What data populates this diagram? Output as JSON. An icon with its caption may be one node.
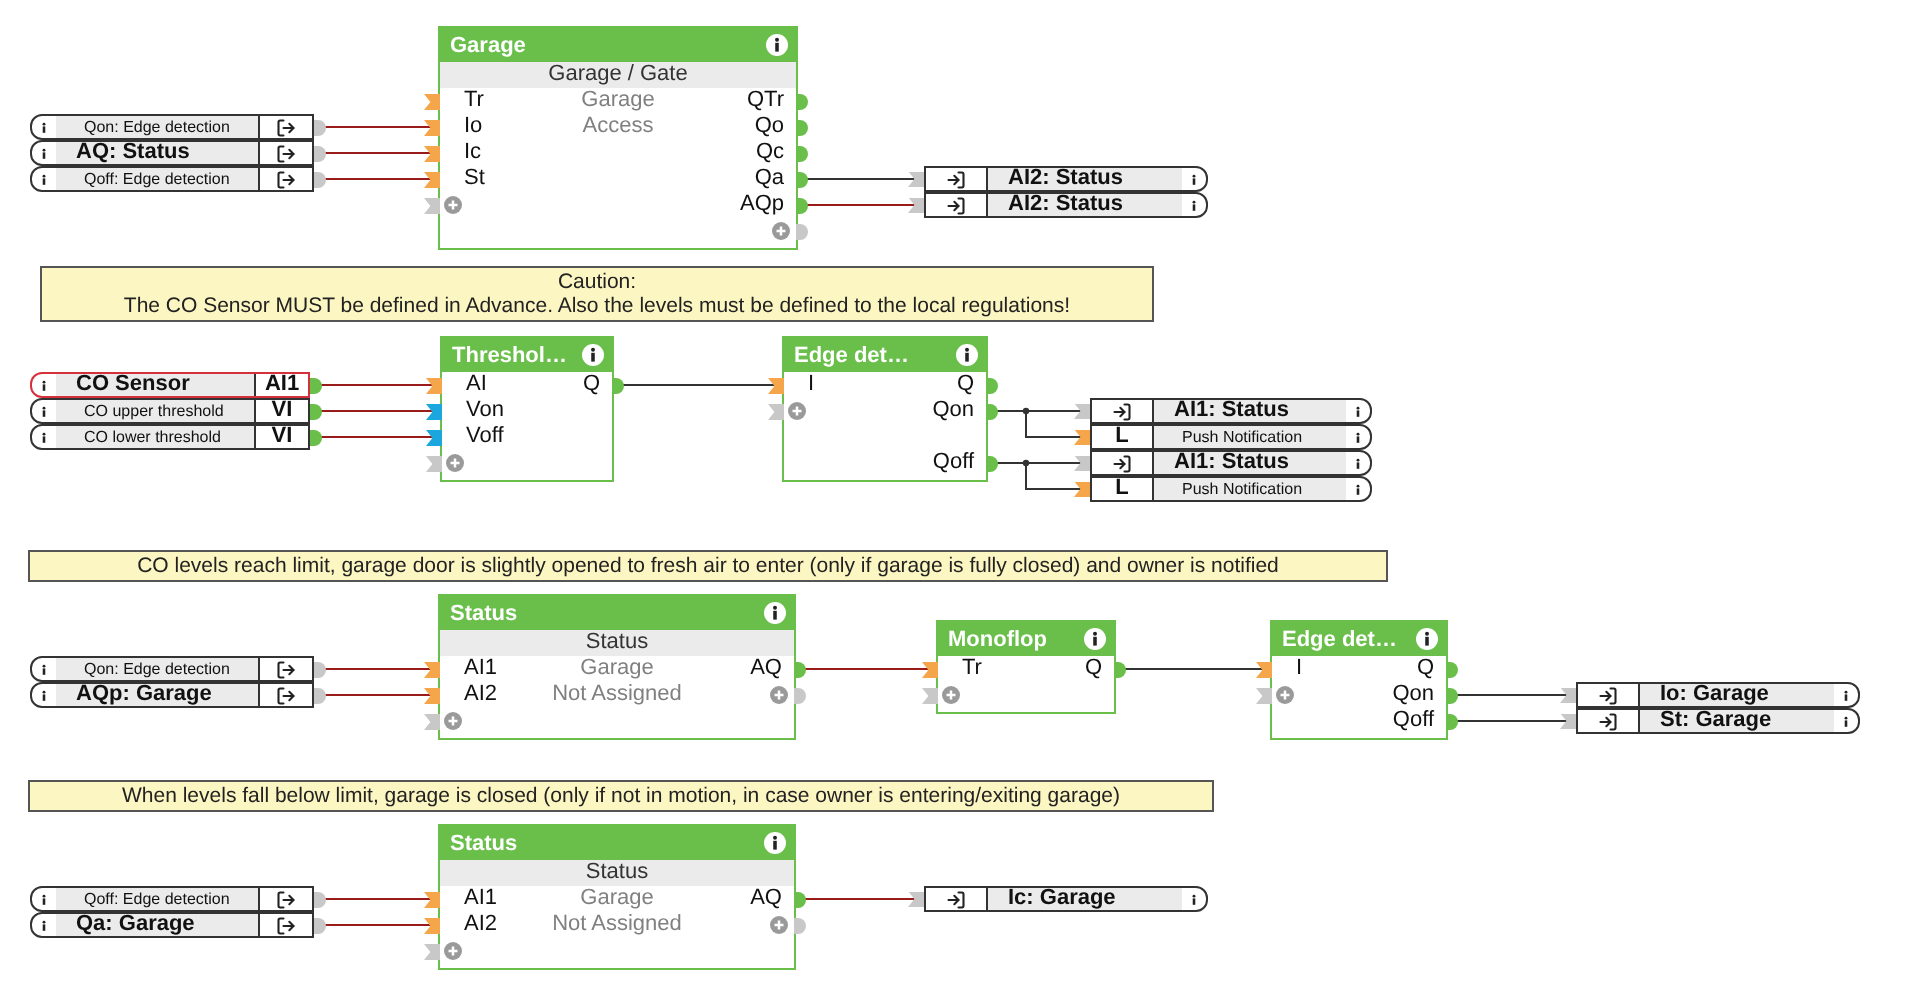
{
  "diagram": {
    "nodes": [
      {
        "text": [
          "Garage",
          "Garage / Gate",
          "Tr",
          "Io",
          "Ic",
          "St",
          "Garage Access",
          "QTr",
          "Qo",
          "Qc",
          "Qa",
          "AQp"
        ]
      },
      {
        "text": [
          "Qon: Edge detection"
        ]
      },
      {
        "text": [
          "AQ: Status"
        ]
      },
      {
        "text": [
          "Qoff: Edge detection"
        ]
      },
      {
        "text": [
          "AI2: Status"
        ]
      },
      {
        "text": [
          "AI2: Status"
        ]
      },
      {
        "text": [
          "Caution:",
          "The CO Sensor MUST be defined in Advance. Also the levels must be defined to the local regulations!"
        ]
      },
      {
        "text": [
          "CO Sensor",
          "AI1"
        ]
      },
      {
        "text": [
          "CO upper threshold",
          "VI"
        ]
      },
      {
        "text": [
          "CO lower threshold",
          "VI"
        ]
      },
      {
        "text": [
          "Threshol…",
          "AI",
          "Von",
          "Voff",
          "Q"
        ]
      },
      {
        "text": [
          "Edge det…",
          "I",
          "Q",
          "Qon",
          "Qoff"
        ]
      },
      {
        "text": [
          "AI1: Status"
        ]
      },
      {
        "text": [
          "L",
          "Push Notification"
        ]
      },
      {
        "text": [
          "AI1: Status"
        ]
      },
      {
        "text": [
          "L",
          "Push Notification"
        ]
      },
      {
        "text": [
          "CO levels reach limit, garage door is slightly opened to fresh air to enter (only if garage is fully closed) and owner is notified"
        ]
      },
      {
        "text": [
          "Qon: Edge detection"
        ]
      },
      {
        "text": [
          "AQp: Garage"
        ]
      },
      {
        "text": [
          "Status",
          "Status",
          "AI1",
          "Garage",
          "AI2",
          "Not Assigned",
          "AQ"
        ]
      },
      {
        "text": [
          "Monoflop",
          "Tr",
          "Q"
        ]
      },
      {
        "text": [
          "Edge det…",
          "I",
          "Q",
          "Qon",
          "Qoff"
        ]
      },
      {
        "text": [
          "Io: Garage"
        ]
      },
      {
        "text": [
          "St: Garage"
        ]
      },
      {
        "text": [
          "When levels fall below limit, garage is closed (only if not in motion, in case owner is entering/exiting garage)"
        ]
      },
      {
        "text": [
          "Qoff: Edge detection"
        ]
      },
      {
        "text": [
          "Qa: Garage"
        ]
      },
      {
        "text": [
          "Status",
          "Status",
          "AI1",
          "Garage",
          "AI2",
          "Not Assigned",
          "AQ"
        ]
      },
      {
        "text": [
          "Ic: Garage"
        ]
      }
    ],
    "edges": [
      {
        "from": 1,
        "to": 0,
        "arrow": "none"
      },
      {
        "from": 2,
        "to": 0,
        "arrow": "none"
      },
      {
        "from": 3,
        "to": 0,
        "arrow": "none"
      },
      {
        "from": 0,
        "to": 4,
        "arrow": "none",
        "color": "#333333"
      },
      {
        "from": 0,
        "to": 5,
        "arrow": "none"
      },
      {
        "from": 7,
        "to": 10,
        "arrow": "none"
      },
      {
        "from": 8,
        "to": 10,
        "arrow": "none"
      },
      {
        "from": 9,
        "to": 10,
        "arrow": "none"
      },
      {
        "from": 10,
        "to": 11,
        "arrow": "none",
        "color": "#333333"
      },
      {
        "from": 11,
        "to": 12,
        "arrow": "none",
        "color": "#333333"
      },
      {
        "from": 11,
        "to": 13,
        "arrow": "none",
        "color": "#333333"
      },
      {
        "from": 11,
        "to": 14,
        "arrow": "none",
        "color": "#333333"
      },
      {
        "from": 11,
        "to": 15,
        "arrow": "none",
        "color": "#333333"
      },
      {
        "from": 17,
        "to": 19,
        "arrow": "none"
      },
      {
        "from": 18,
        "to": 19,
        "arrow": "none"
      },
      {
        "from": 19,
        "to": 20,
        "arrow": "none"
      },
      {
        "from": 20,
        "to": 21,
        "arrow": "none",
        "color": "#333333"
      },
      {
        "from": 21,
        "to": 22,
        "arrow": "none",
        "color": "#333333"
      },
      {
        "from": 21,
        "to": 23,
        "arrow": "none",
        "color": "#333333"
      },
      {
        "from": 25,
        "to": 27,
        "arrow": "none"
      },
      {
        "from": 26,
        "to": 27,
        "arrow": "none"
      },
      {
        "from": 27,
        "to": 28,
        "arrow": "none"
      }
    ]
  }
}
